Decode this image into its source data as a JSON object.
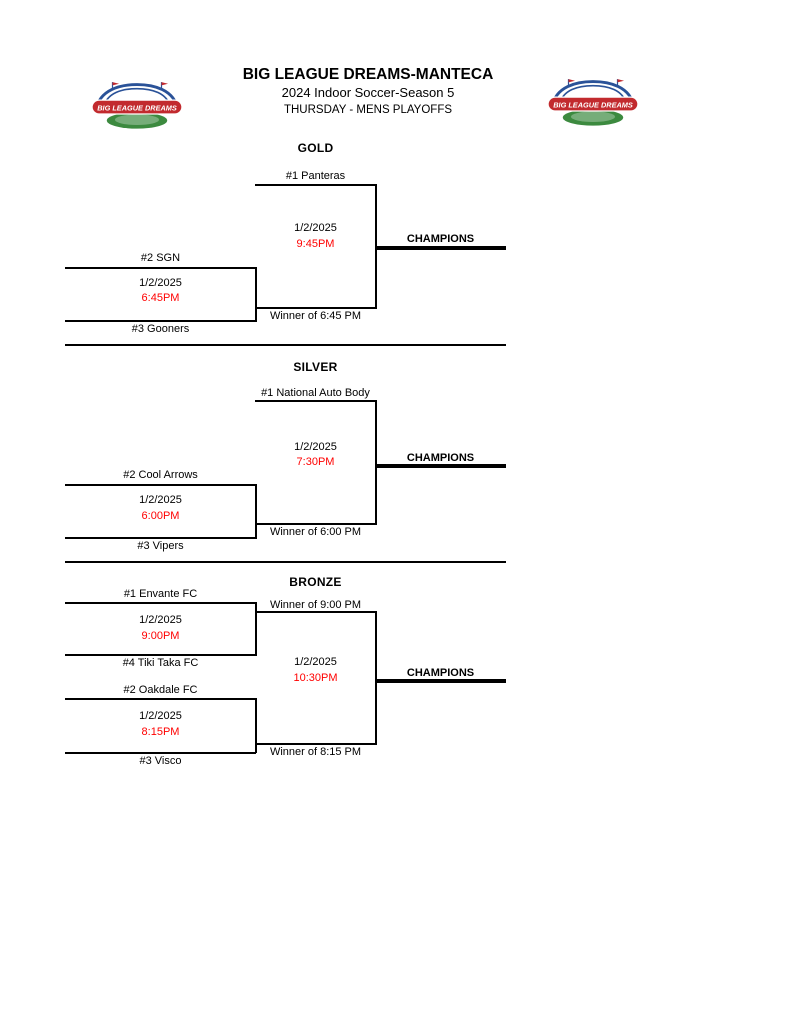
{
  "header": {
    "title": "BIG LEAGUE DREAMS-MANTECA",
    "subtitle": "2024 Indoor Soccer-Season 5",
    "event": "THURSDAY - MENS PLAYOFFS"
  },
  "logo": {
    "name": "BIG LEAGUE DREAMS"
  },
  "colors": {
    "time": "#ff0000",
    "line": "#000000",
    "logo_blue": "#2a5298",
    "logo_red": "#c22a2e",
    "logo_green": "#3c8a3f"
  },
  "gold": {
    "title": "GOLD",
    "seed1": "#1 Panteras",
    "final_date": "1/2/2025",
    "final_time": "9:45PM",
    "champions": "CHAMPIONS",
    "seed2": "#2 SGN",
    "semi_date": "1/2/2025",
    "semi_time": "6:45PM",
    "winner_label": "Winner of 6:45 PM",
    "seed3": "#3 Gooners"
  },
  "silver": {
    "title": "SILVER",
    "seed1": "#1 National Auto Body",
    "final_date": "1/2/2025",
    "final_time": "7:30PM",
    "champions": "CHAMPIONS",
    "seed2": "#2 Cool Arrows",
    "semi_date": "1/2/2025",
    "semi_time": "6:00PM",
    "winner_label": "Winner of 6:00 PM",
    "seed3": "#3 Vipers"
  },
  "bronze": {
    "title": "BRONZE",
    "seed1": "#1 Envante FC",
    "semi1_date": "1/2/2025",
    "semi1_time": "9:00PM",
    "seed4": "#4 Tiki Taka FC",
    "semi1_winner_label": "Winner of 9:00 PM",
    "final_date": "1/2/2025",
    "final_time": "10:30PM",
    "champions": "CHAMPIONS",
    "seed2": "#2 Oakdale FC",
    "semi2_date": "1/2/2025",
    "semi2_time": "8:15PM",
    "semi2_winner_label": "Winner of 8:15 PM",
    "seed3": "#3 Visco"
  }
}
